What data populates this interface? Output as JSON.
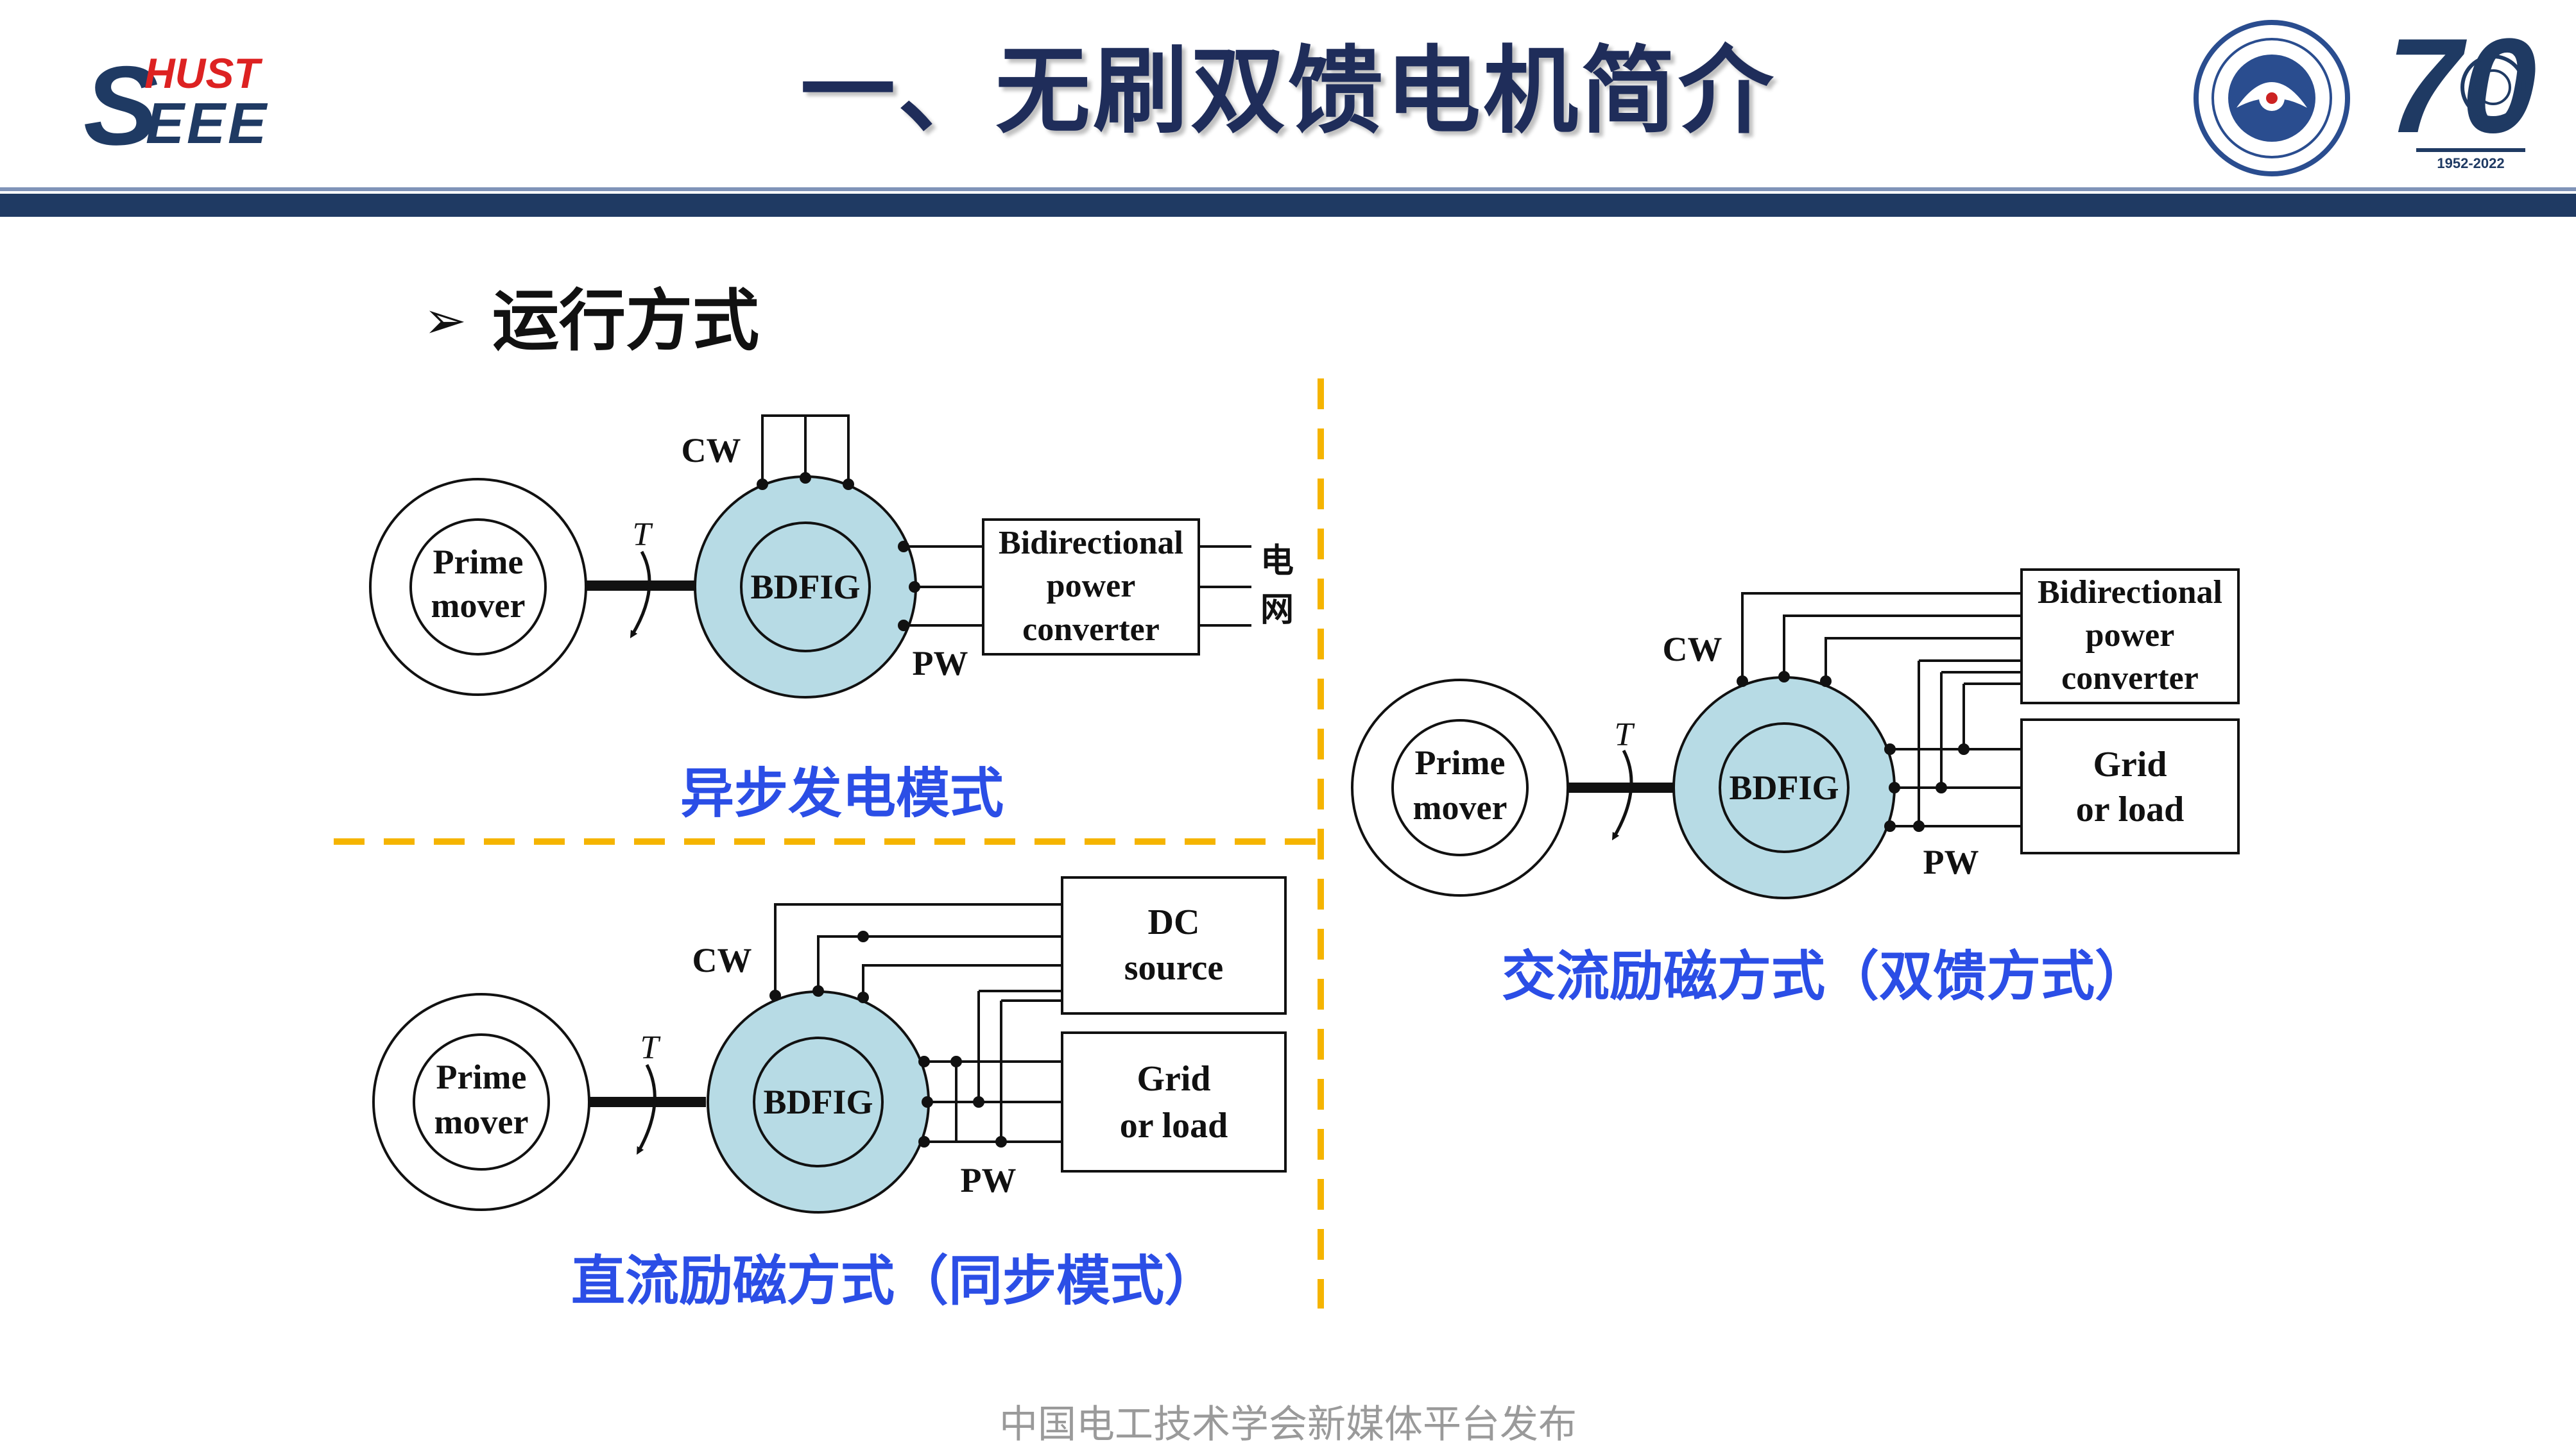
{
  "header": {
    "title": "一、无刷双馈电机简介",
    "logo_hust": "HUST",
    "logo_seee": "SEEE",
    "seventy_text": "70",
    "seventy_years": "1952-2022"
  },
  "section": {
    "bullet": "➢",
    "heading": "运行方式"
  },
  "diagram_common": {
    "prime_mover_line1": "Prime",
    "prime_mover_line2": "mover",
    "machine": "BDFIG",
    "torque": "T",
    "cw": "CW",
    "pw": "PW"
  },
  "diagram_async": {
    "converter_line1": "Bidirectional",
    "converter_line2": "power",
    "converter_line3": "converter",
    "grid_char1": "电",
    "grid_char2": "网",
    "caption": "异步发电模式"
  },
  "diagram_dc": {
    "source_line1": "DC",
    "source_line2": "source",
    "load_line1": "Grid",
    "load_line2": "or load",
    "caption": "直流励磁方式（同步模式）"
  },
  "diagram_ac": {
    "converter_line1": "Bidirectional",
    "converter_line2": "power",
    "converter_line3": "converter",
    "load_line1": "Grid",
    "load_line2": "or load",
    "caption": "交流励磁方式（双馈方式）"
  },
  "footer": {
    "text": "中国电工技术学会新媒体平台发布"
  },
  "colors": {
    "title": "#1f2d5a",
    "band": "#1f3a63",
    "caption": "#2b4ee6",
    "machine_fill": "#b7dbe5",
    "divider": "#f5b400"
  }
}
